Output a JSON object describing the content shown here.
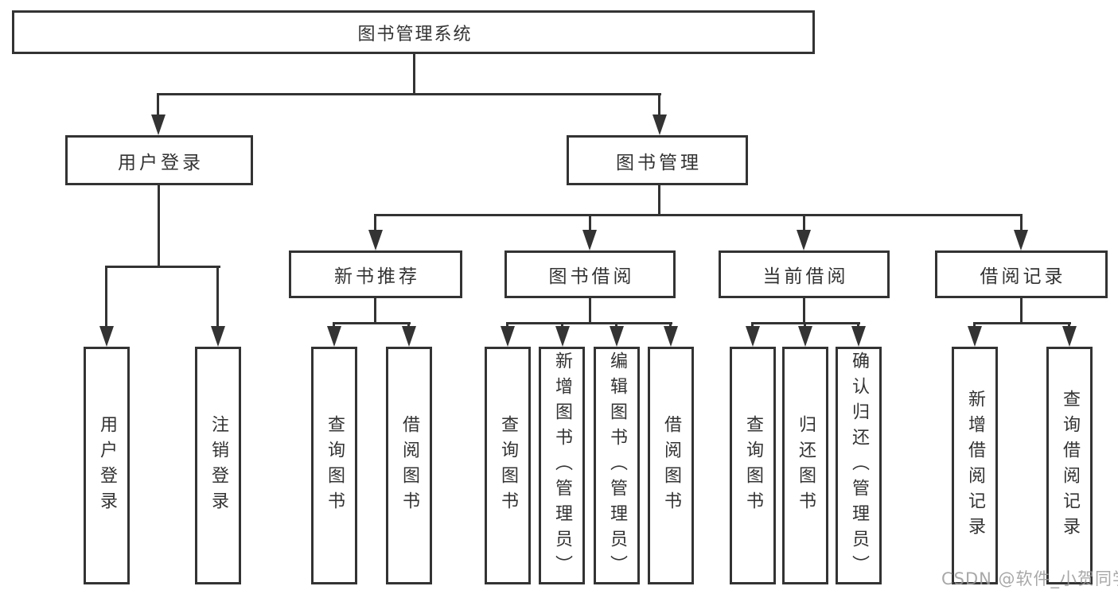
{
  "diagram": {
    "root": {
      "label": "图书管理系统"
    },
    "branches": [
      {
        "label": "用户登录",
        "children": [
          {
            "label": "用户登录"
          },
          {
            "label": "注销登录"
          }
        ]
      },
      {
        "label": "图书管理",
        "children": [
          {
            "label": "新书推荐",
            "children": [
              {
                "label": "查询图书"
              },
              {
                "label": "借阅图书"
              }
            ]
          },
          {
            "label": "图书借阅",
            "children": [
              {
                "label": "查询图书"
              },
              {
                "label": "新增图书（管理员）"
              },
              {
                "label": "编辑图书（管理员）"
              },
              {
                "label": "借阅图书"
              }
            ]
          },
          {
            "label": "当前借阅",
            "children": [
              {
                "label": "查询图书"
              },
              {
                "label": "归还图书"
              },
              {
                "label": "确认归还（管理员）"
              }
            ]
          },
          {
            "label": "借阅记录",
            "children": [
              {
                "label": "新增借阅记录"
              },
              {
                "label": "查询借阅记录"
              }
            ]
          }
        ]
      }
    ]
  },
  "watermark": {
    "text": "CSDN @软件_小贺同学"
  },
  "colors": {
    "line": "#333333",
    "text": "#333333",
    "background": "#ffffff",
    "watermark": "#9a9a9a"
  }
}
